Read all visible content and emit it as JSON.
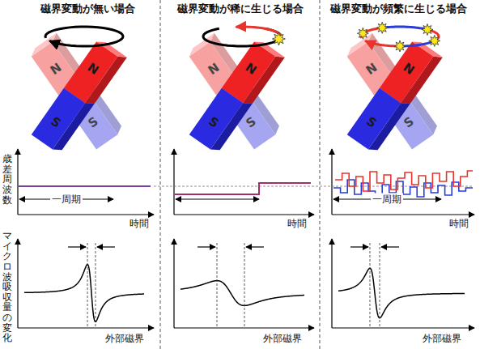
{
  "diagram": {
    "labels": [
      "磁界変動が無い場合",
      "磁界変動が稀に生じる場合",
      "磁界変動が頻繁に生じる場合",
      "N",
      "N",
      "S",
      "S",
      "N",
      "N",
      "S",
      "S",
      "N",
      "N",
      "S",
      "S",
      "歳差周波数",
      "一周期",
      "時間",
      "時間",
      "一周期",
      "時間",
      "マイクロ波吸収量の変化",
      "外部磁界",
      "外部磁界",
      "外部磁界"
    ]
  }
}
